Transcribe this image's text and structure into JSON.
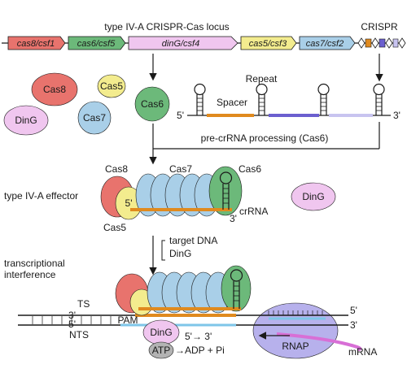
{
  "locus": {
    "title": "type IV-A CRISPR-Cas locus",
    "crispr_label": "CRISPR",
    "genes": [
      {
        "label": "cas8/csf1",
        "color": "#e8736d"
      },
      {
        "label": "cas6/csf5",
        "color": "#6cb97a"
      },
      {
        "label": "dinG/csf4",
        "color": "#f0c6ef"
      },
      {
        "label": "cas5/csf3",
        "color": "#f3ec8e"
      },
      {
        "label": "cas7/csf2",
        "color": "#a9cfe8"
      }
    ]
  },
  "proteins": {
    "cas8": "Cas8",
    "cas5": "Cas5",
    "cas6": "Cas6",
    "cas7": "Cas7",
    "ding": "DinG"
  },
  "precrrna": {
    "repeat_label": "Repeat",
    "spacer_label": "Spacer",
    "five_prime": "5'",
    "three_prime": "3'",
    "processing_label": "pre-crRNA processing (Cas6)"
  },
  "effector": {
    "label": "type IV-A effector",
    "cas8": "Cas8",
    "cas7": "Cas7",
    "cas6": "Cas6",
    "cas5": "Cas5",
    "five_prime": "5'",
    "three_prime": "3'",
    "crrna_label": "crRNA",
    "ding": "DinG"
  },
  "step": {
    "target_dna": "target DNA",
    "ding": "DinG"
  },
  "interference": {
    "label_line1": "transcriptional",
    "label_line2": "interference",
    "ts": "TS",
    "nts": "NTS",
    "three_prime_top_left": "3'",
    "five_prime_top_right": "5'",
    "five_prime_bottom_left": "5'",
    "three_prime_bottom_right": "3'",
    "pam": "PAM",
    "ding": "DinG",
    "direction": "5'→ 3'",
    "atp": "ATP",
    "products": "→ADP + Pi",
    "rnap": "RNAP",
    "mrna": "mRNA"
  },
  "colors": {
    "cas8": "#e8736d",
    "cas6": "#6cb97a",
    "ding": "#f0c6ef",
    "cas5": "#f3ec8e",
    "cas7": "#a9cfe8",
    "spacer": "#e08a1e",
    "repeat_purple": "#6b5fcf",
    "rnap": "#b7b1ec",
    "mrna": "#d86fd6",
    "atp": "#b3b3b3"
  }
}
